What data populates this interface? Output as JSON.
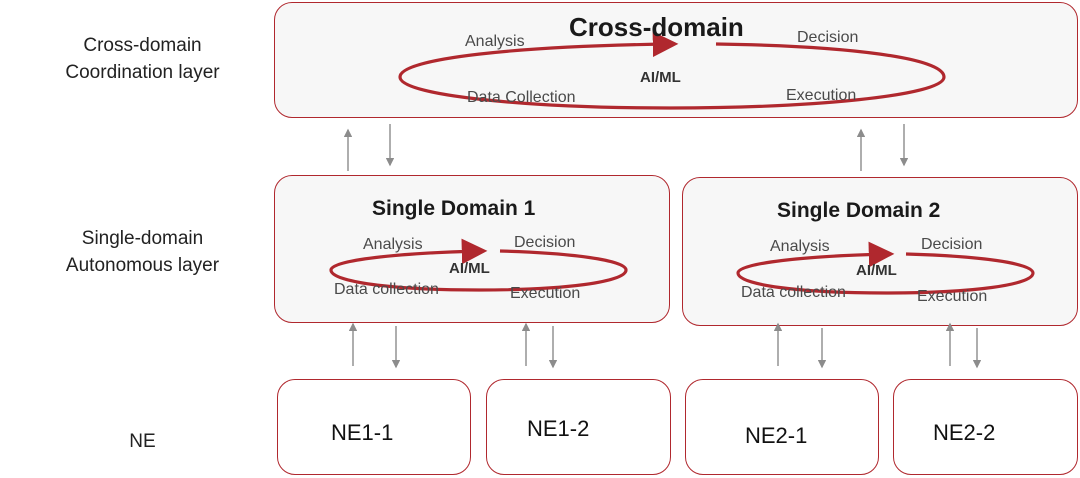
{
  "layers": {
    "coordination": [
      "Cross-domain",
      "Coordination layer"
    ],
    "autonomous": [
      "Single-domain",
      "Autonomous layer"
    ],
    "ne": "NE"
  },
  "cross_domain": {
    "title": "Cross-domain",
    "analysis": "Analysis",
    "decision": "Decision",
    "aiml": "AI/ML",
    "collection": "Data Collection",
    "execution": "Execution"
  },
  "domains": [
    {
      "title": "Single Domain 1",
      "analysis": "Analysis",
      "decision": "Decision",
      "aiml": "AI/ML",
      "collection": "Data collection",
      "execution": "Execution"
    },
    {
      "title": "Single Domain 2",
      "analysis": "Analysis",
      "decision": "Decision",
      "aiml": "AI/ML",
      "collection": "Data collection",
      "execution": "Execution"
    }
  ],
  "network_elements": [
    "NE1-1",
    "NE1-2",
    "NE2-1",
    "NE2-2"
  ],
  "colors": {
    "accent": "#b0282e",
    "arrow": "#8c8c8c",
    "box_fill": "#f7f7f7"
  }
}
